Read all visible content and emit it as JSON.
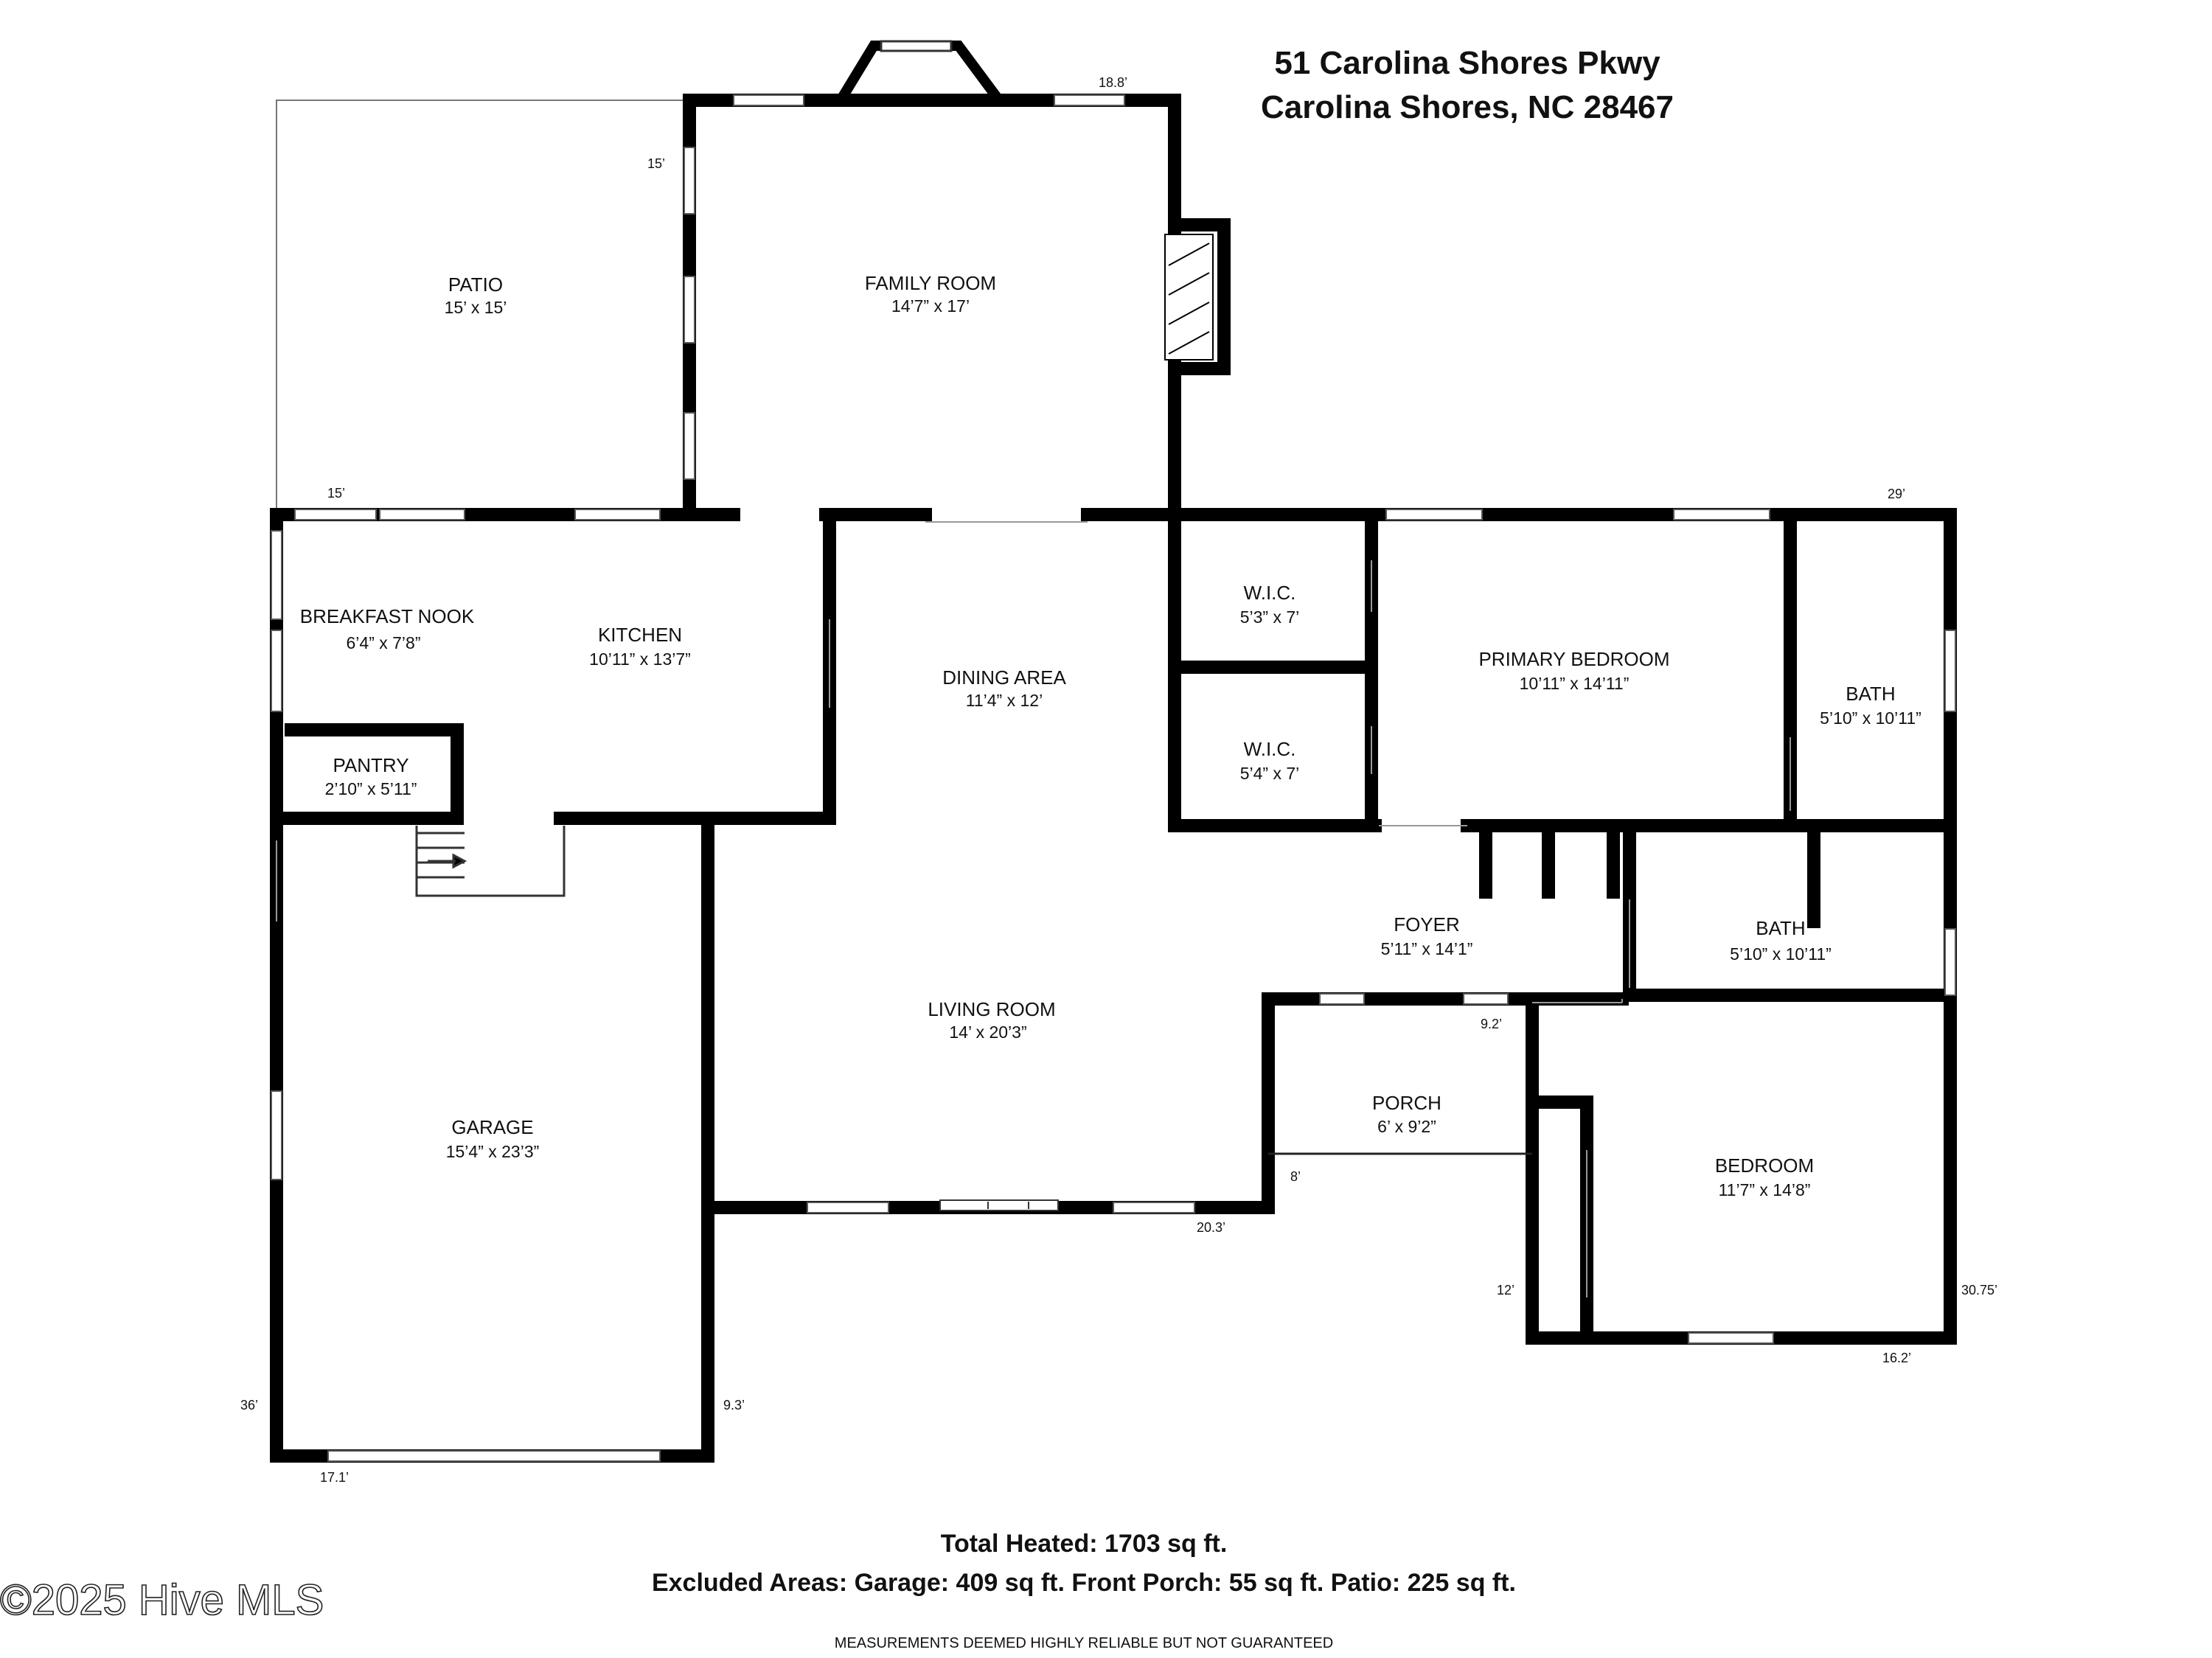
{
  "address": {
    "line1": "51 Carolina Shores Pkwy",
    "line2": "Carolina Shores, NC 28467"
  },
  "rooms": {
    "patio": {
      "name": "PATIO",
      "dims": "15’ x 15’"
    },
    "family_room": {
      "name": "FAMILY ROOM",
      "dims": "14’7” x 17’"
    },
    "breakfast_nook": {
      "name": "BREAKFAST NOOK",
      "dims": "6’4” x 7’8”"
    },
    "kitchen": {
      "name": "KITCHEN",
      "dims": "10’11” x 13’7”"
    },
    "pantry": {
      "name": "PANTRY",
      "dims": "2’10” x 5’11”"
    },
    "dining_area": {
      "name": "DINING AREA",
      "dims": "11’4” x 12’"
    },
    "wic_1": {
      "name": "W.I.C.",
      "dims": "5’3” x 7’"
    },
    "wic_2": {
      "name": "W.I.C.",
      "dims": "5’4” x 7’"
    },
    "primary_bedroom": {
      "name": "PRIMARY BEDROOM",
      "dims": "10’11” x 14’11”"
    },
    "bath_1": {
      "name": "BATH",
      "dims": "5’10” x 10’11”"
    },
    "foyer": {
      "name": "FOYER",
      "dims": "5’11” x 14’1”"
    },
    "bath_2": {
      "name": "BATH",
      "dims": "5’10” x 10’11”"
    },
    "living_room": {
      "name": "LIVING ROOM",
      "dims": "14’ x 20’3”"
    },
    "garage": {
      "name": "GARAGE",
      "dims": "15’4” x 23’3”"
    },
    "porch": {
      "name": "PORCH",
      "dims": "6’ x 9’2”"
    },
    "bedroom": {
      "name": "BEDROOM",
      "dims": "11’7” x 14’8”"
    }
  },
  "measurements": {
    "m_18_8": "18.8’",
    "m_15_side": "15’",
    "m_15_bottom": "15’",
    "m_29": "29’",
    "m_9_2": "9.2’",
    "m_8": "8’",
    "m_20_3": "20.3’",
    "m_12": "12’",
    "m_30_75": "30.75’",
    "m_16_2": "16.2’",
    "m_36": "36’",
    "m_9_3": "9.3’",
    "m_17_1": "17.1’"
  },
  "totals": {
    "heated": "Total Heated: 1703 sq ft.",
    "excluded": "Excluded Areas: Garage: 409 sq ft. Front Porch: 55 sq ft. Patio: 225 sq ft."
  },
  "disclaimer": "MEASUREMENTS DEEMED HIGHLY RELIABLE BUT NOT GUARANTEED",
  "watermark": "©2025 Hive MLS"
}
